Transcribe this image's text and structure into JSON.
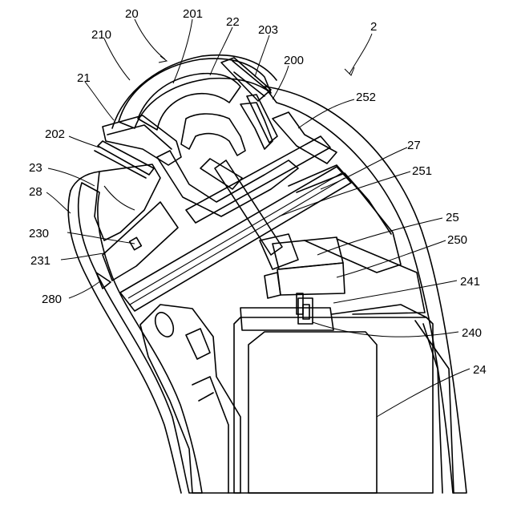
{
  "figure": {
    "labels": {
      "l20": "20",
      "l201": "201",
      "l22": "22",
      "l203": "203",
      "l2": "2",
      "l210": "210",
      "l200": "200",
      "l21": "21",
      "l252": "252",
      "l202": "202",
      "l27": "27",
      "l23": "23",
      "l251": "251",
      "l28": "28",
      "l25": "25",
      "l230": "230",
      "l250": "250",
      "l231": "231",
      "l241": "241",
      "l280": "280",
      "l240": "240",
      "l24": "24"
    }
  }
}
